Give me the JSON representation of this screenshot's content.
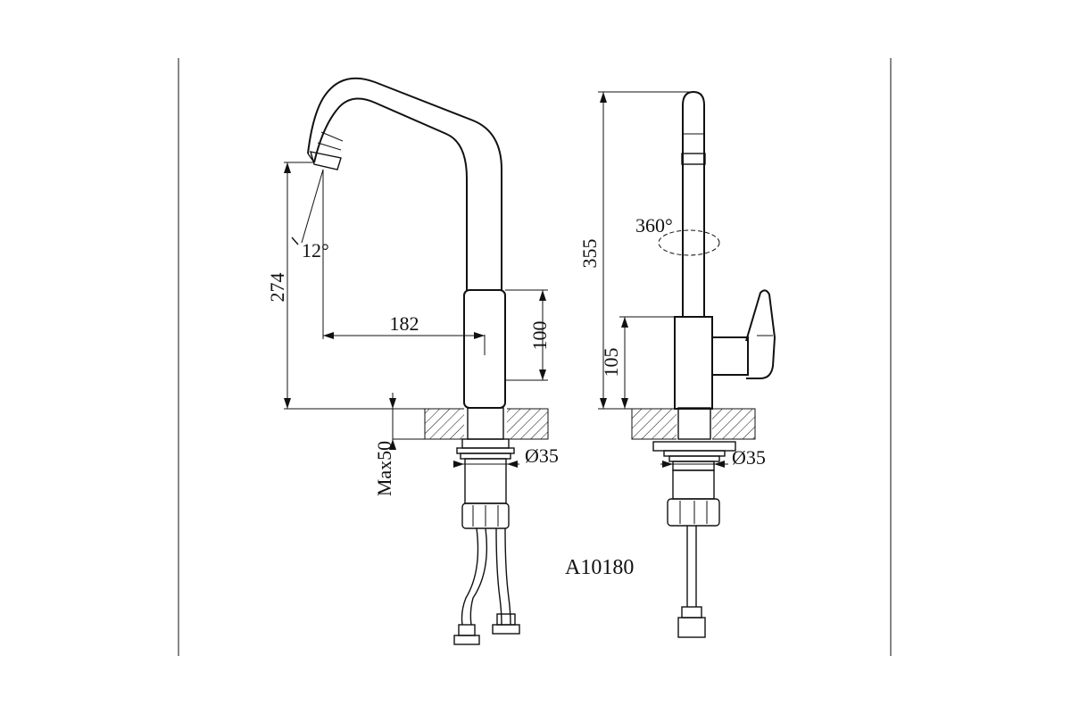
{
  "drawing": {
    "model_code": "A10180",
    "front_view": {
      "dim_height": "274",
      "dim_reach": "182",
      "dim_handle": "100",
      "dim_angle": "12°",
      "dim_deck_max": "Max50",
      "dim_hole": "Ø35"
    },
    "side_view": {
      "dim_height": "355",
      "dim_body": "105",
      "dim_rotation": "360°",
      "dim_hole": "Ø35"
    }
  },
  "colors": {
    "line": "#111111",
    "background": "#ffffff"
  }
}
